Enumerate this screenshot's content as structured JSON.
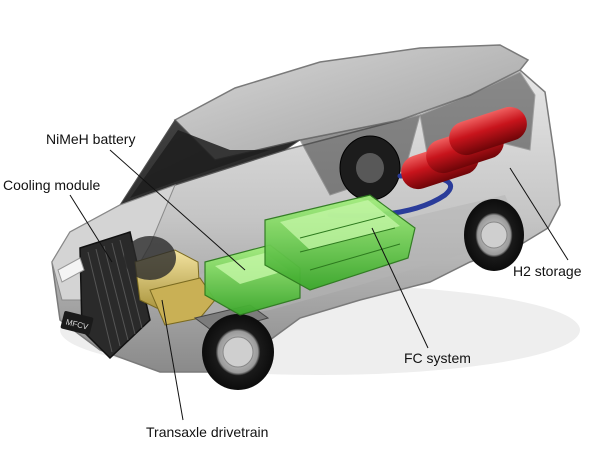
{
  "callouts": {
    "nimeh_battery": "NiMeH battery",
    "cooling_module": "Cooling module",
    "h2_storage": "H2 storage",
    "fc_system": "FC system",
    "transaxle_drivetrain": "Transaxle drivetrain"
  },
  "vehicle_badge": "MFCV",
  "colors": {
    "body_silver": "#c9c9c9",
    "glass_dark": "#2e2e2e",
    "battery_green": "#52c83a",
    "fc_green": "#6fd24e",
    "h2_tank_red": "#c8141c",
    "hose_blue": "#2a3c9a",
    "engine_gold": "#d8c36a",
    "leader_line": "#111111"
  }
}
